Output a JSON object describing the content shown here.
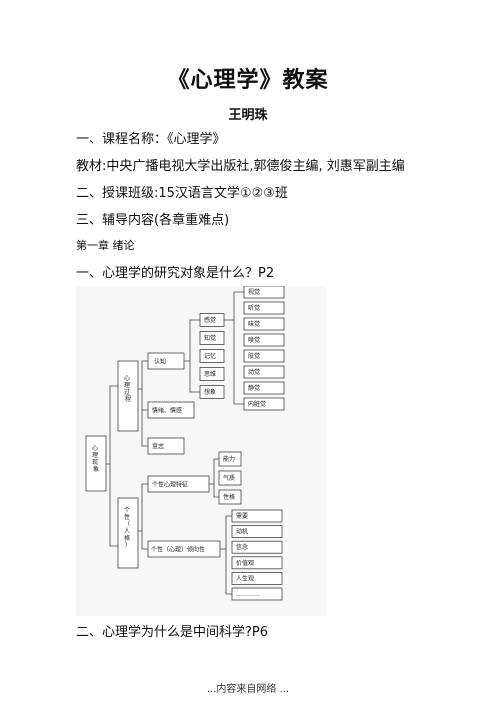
{
  "doc": {
    "title": "《心理学》教案",
    "author": "王明珠",
    "course_name": "一、课程名称：《心理学》",
    "textbook": "教材:中央广播电视大学出版社,郭德俊主编, 刘惠军副主编",
    "classes": "二、授课班级:15汉语言文学①②③班",
    "content": "三、辅导内容(各章重难点)",
    "chapter": "第一章   绪论",
    "q1": "一、心理学的研究对象是什么？P2",
    "q2": "二、心理学为什么是中间科学?P6",
    "footer": "...内容来自网络  ..."
  },
  "diagram": {
    "root": "心理现象",
    "process": "心理过程",
    "personality": "个性（人格）",
    "cognition": "认知",
    "emotion": "情绪、情感",
    "will": "意志",
    "cog_items": [
      "感觉",
      "知觉",
      "记忆",
      "思维",
      "想象"
    ],
    "senses": [
      "视觉",
      "听觉",
      "味觉",
      "嗅觉",
      "肤觉",
      "动觉",
      "静觉",
      "内脏觉"
    ],
    "trait": "个性心理特征",
    "trait_items": [
      "能力",
      "气质",
      "性格"
    ],
    "tendency": "个性（心理）倾向性",
    "tendency_items": [
      "需要",
      "动机",
      "信念",
      "价值观",
      "人生观",
      "…………"
    ]
  }
}
